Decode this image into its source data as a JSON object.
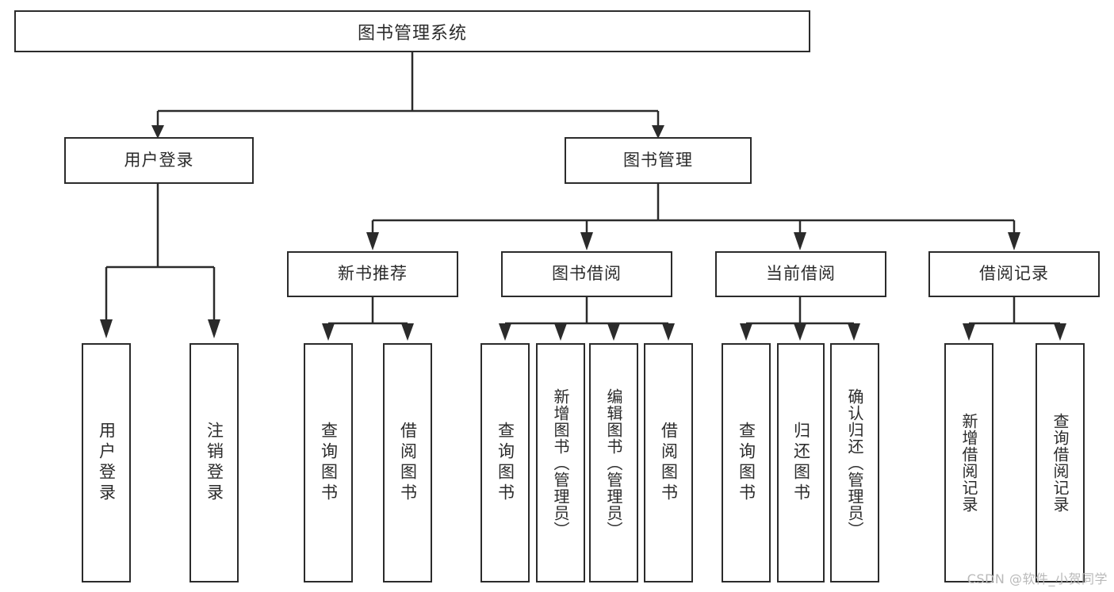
{
  "diagram": {
    "type": "tree",
    "title": "图书管理系统",
    "root": {
      "label": "图书管理系统"
    },
    "level1": [
      {
        "label": "用户登录"
      },
      {
        "label": "图书管理"
      }
    ],
    "level2": [
      {
        "label": "新书推荐",
        "parent": "图书管理"
      },
      {
        "label": "图书借阅",
        "parent": "图书管理"
      },
      {
        "label": "当前借阅",
        "parent": "图书管理"
      },
      {
        "label": "借阅记录",
        "parent": "图书管理"
      }
    ],
    "leaves": {
      "user_login": [
        {
          "label": "用户登录"
        },
        {
          "label": "注销登录"
        }
      ],
      "new_book_recommend": [
        {
          "label": "查询图书"
        },
        {
          "label": "借阅图书"
        }
      ],
      "book_borrow": [
        {
          "label": "查询图书"
        },
        {
          "label": "新增图书（管理员）"
        },
        {
          "label": "编辑图书（管理员）"
        },
        {
          "label": "借阅图书"
        }
      ],
      "current_borrow": [
        {
          "label": "查询图书"
        },
        {
          "label": "归还图书"
        },
        {
          "label": "确认归还（管理员）"
        }
      ],
      "borrow_record": [
        {
          "label": "新增借阅记录"
        },
        {
          "label": "查询借阅记录"
        }
      ]
    }
  },
  "colors": {
    "stroke": "#2b2b2b",
    "background": "#ffffff",
    "watermark": "#b9b9b9"
  },
  "watermark": {
    "text": "CSDN @软件_小贺同学"
  }
}
